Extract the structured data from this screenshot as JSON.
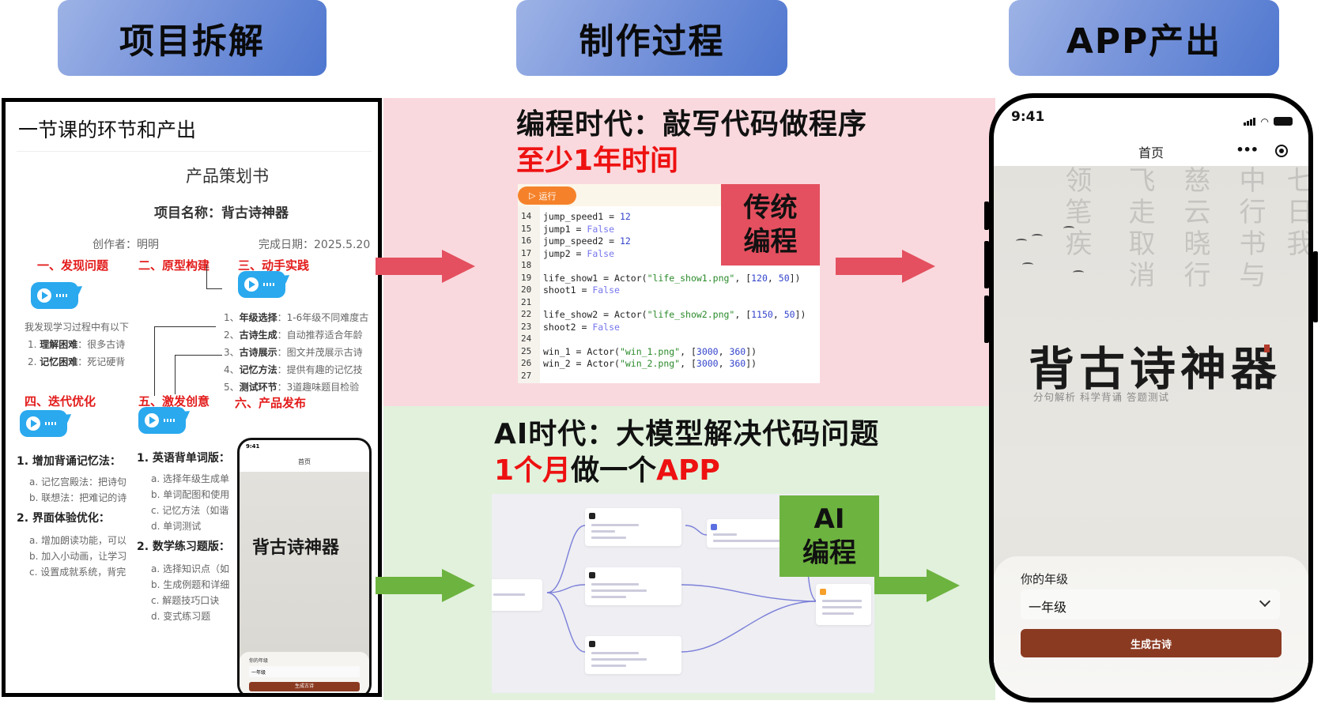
{
  "headers": {
    "project_breakdown": "项目拆解",
    "making_process": "制作过程",
    "app_output": "APP产出"
  },
  "left_doc": {
    "title": "一节课的环节和产出",
    "plan_title": "产品策划书",
    "project_name": "项目名称：背古诗神器",
    "author": "创作者：明明",
    "date": "完成日期：2025.5.20",
    "steps": [
      "一、发现问题",
      "二、原型构建",
      "三、动手实践",
      "四、迭代优化",
      "五、激发创意",
      "六、产品发布"
    ],
    "discover": {
      "intro": "我发现学习过程中有以下",
      "items": [
        {
          "label": "理解困难",
          "text": "：很多古诗"
        },
        {
          "label": "记忆困难",
          "text": "：死记硬背"
        }
      ]
    },
    "practice": [
      {
        "num": "1、",
        "label": "年级选择",
        "text": "：1-6年级不同难度古"
      },
      {
        "num": "2、",
        "label": "古诗生成",
        "text": "：自动推荐适合年龄"
      },
      {
        "num": "3、",
        "label": "古诗展示",
        "text": "：图文并茂展示古诗"
      },
      {
        "num": "4、",
        "label": "记忆方法",
        "text": "：提供有趣的记忆技"
      },
      {
        "num": "5、",
        "label": "测试环节",
        "text": "：3道趣味题目检验"
      }
    ],
    "iterate": [
      {
        "head": "1. 增加背诵记忆法：",
        "subs": [
          "a. 记忆宫殿法：把诗句",
          "b. 联想法：把难记的诗"
        ]
      },
      {
        "head": "2. 界面体验优化：",
        "subs": [
          "a. 增加朗读功能，可以",
          "b. 加入小动画，让学习",
          "c. 设置成就系统，背完"
        ]
      }
    ],
    "inspire": [
      {
        "head": "1. 英语背单词版：",
        "subs": [
          "a. 选择年级生成单",
          "b. 单词配图和使用",
          "c. 记忆方法（如谐",
          "d. 单词测试"
        ]
      },
      {
        "head": "2. 数学练习题版：",
        "subs": [
          "a. 选择知识点（如",
          "b. 生成例题和详细",
          "c. 解题技巧口诀",
          "d. 变式练习题"
        ]
      }
    ],
    "mini_phone": {
      "time": "9:41",
      "nav_title": "首页",
      "app_name": "背古诗神器",
      "grade_label": "你的年级",
      "grade_value": "一年级",
      "button": "生成古诗"
    }
  },
  "middle": {
    "traditional": {
      "title": "编程时代：敲写代码做程序",
      "subtitle": "至少1年时间",
      "tag": "传统编程",
      "run_button": "运行",
      "code_lines": [
        {
          "n": "14",
          "code": "jump_speed1 = 12"
        },
        {
          "n": "15",
          "code": "jump1 = False"
        },
        {
          "n": "16",
          "code": "jump_speed2 = 12"
        },
        {
          "n": "17",
          "code": "jump2 = False"
        },
        {
          "n": "18",
          "code": ""
        },
        {
          "n": "19",
          "code": "life_show1 = Actor(\"life_show1.png\", [120, 50])"
        },
        {
          "n": "20",
          "code": "shoot1 = False"
        },
        {
          "n": "21",
          "code": ""
        },
        {
          "n": "22",
          "code": "life_show2 = Actor(\"life_show2.png\", [1150, 50])"
        },
        {
          "n": "23",
          "code": "shoot2 = False"
        },
        {
          "n": "24",
          "code": ""
        },
        {
          "n": "25",
          "code": "win_1 = Actor(\"win_1.png\", [3000, 360])"
        },
        {
          "n": "26",
          "code": "win_2 = Actor(\"win_2.png\", [3000, 360])"
        },
        {
          "n": "27",
          "code": ""
        }
      ]
    },
    "ai": {
      "title": "AI时代：大模型解决代码问题",
      "subtitle_red1": "1个月",
      "subtitle_black": "做一个",
      "subtitle_red2": "APP",
      "tag": "AI编程",
      "tag_line1": "AI",
      "tag_line2": "编程"
    },
    "colors": {
      "traditional_bg": "#f9d9de",
      "ai_bg": "#e1f1dc",
      "red_arrow": "#e4505f",
      "green_arrow": "#6db33f"
    }
  },
  "phone": {
    "time": "9:41",
    "nav_title": "首页",
    "more_icon": "•••",
    "app_name": "背古诗神器",
    "subtitle": "分句解析 科学背诵 答题测试",
    "grade_label": "你的年级",
    "grade_value": "一年级",
    "generate_button": "生成古诗",
    "brand_color": "#8b3a22"
  }
}
